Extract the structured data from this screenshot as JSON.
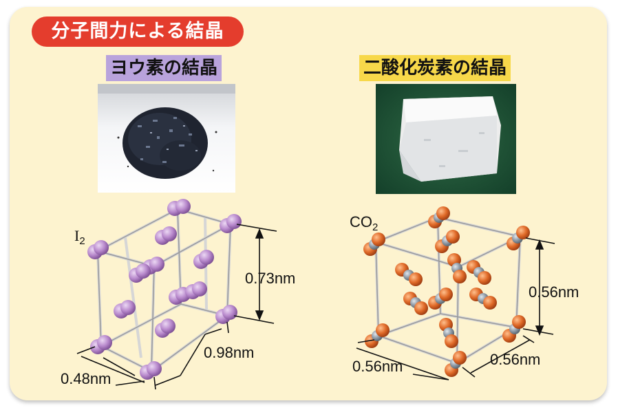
{
  "banner": {
    "label": "分子間力による結晶",
    "color": "#e43d2d"
  },
  "iodine": {
    "caption": "ヨウ素の結晶",
    "caption_color": "#b9a3dc",
    "formula_symbol": "I",
    "formula_sub": "2",
    "dims": {
      "height": "0.73nm",
      "depth": "0.98nm",
      "width": "0.48nm"
    },
    "atom_color": "#b889cc"
  },
  "co2": {
    "caption": "二酸化炭素の結晶",
    "caption_color": "#f7d84a",
    "formula_main": "CO",
    "formula_sub": "2",
    "dims": {
      "height": "0.56nm",
      "width": "0.56nm",
      "depth": "0.56nm"
    },
    "oxygen_color": "#e06a28",
    "carbon_color": "#8c98a4"
  },
  "panel_color": "#fdf3cf"
}
